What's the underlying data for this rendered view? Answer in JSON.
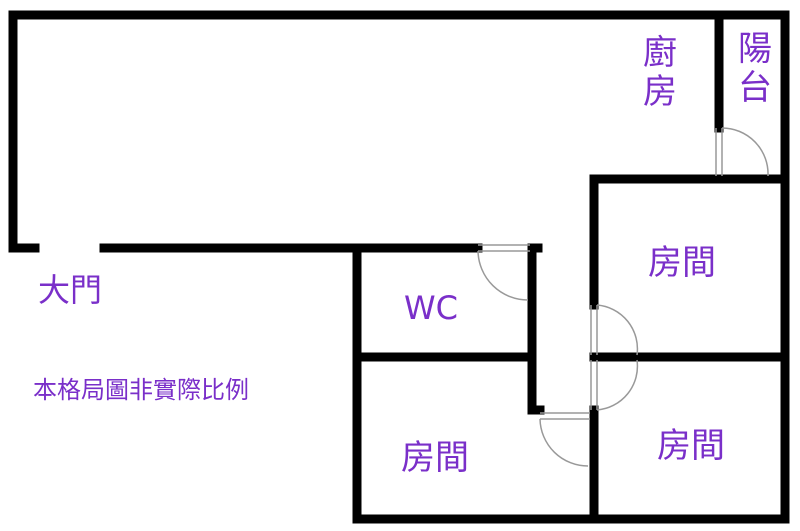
{
  "rooms": {
    "kitchen": "廚房",
    "balcony": "陽台",
    "bedroom": "房間",
    "wc": "WC"
  },
  "entrance": "大門",
  "disclaimer": "本格局圖非實際比例",
  "colors": {
    "wall": "#000000",
    "door_line": "#999999",
    "label": "#7a2fc9"
  }
}
